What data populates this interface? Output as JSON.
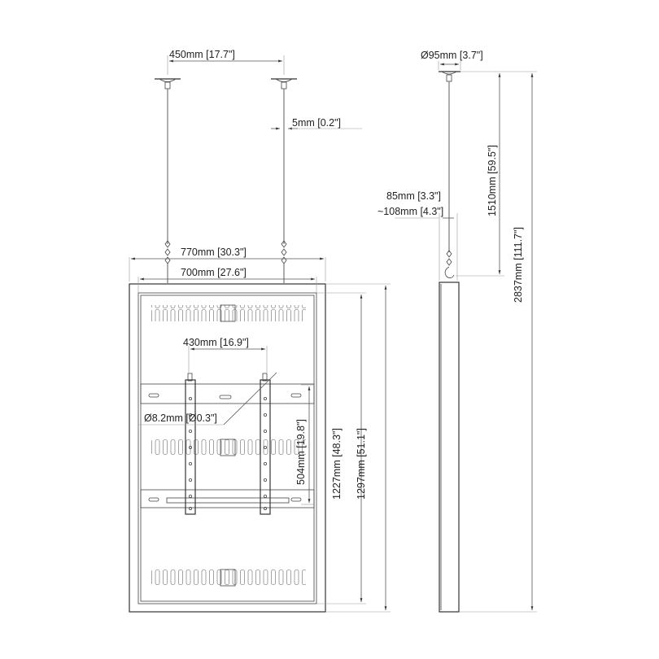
{
  "drawing": {
    "title": "Ceiling-hung double-sided display enclosure – dimension drawing",
    "front_view": {
      "dimensions": {
        "cable_spacing": "450mm [17.7\"]",
        "cable_diameter": "5mm [0.2\"]",
        "outer_width": "770mm [30.3\"]",
        "inner_width": "700mm [27.6\"]",
        "vesa_horizontal": "430mm [16.9\"]",
        "hole_diameter": "Ø8.2mm [Ø0.3\"]",
        "vesa_vertical": "504mm [19.8\"]",
        "inner_height": "1227mm [48.3\"]",
        "outer_height": "1297mm [51.1\"]"
      }
    },
    "side_view": {
      "dimensions": {
        "ceiling_plate_diameter": "Ø95mm [3.7\"]",
        "depth": "85mm [3.3\"]",
        "depth_with_hook": "~108mm [4.3\"]",
        "cable_length": "1510mm [59.5\"]",
        "total_height": "2837mm [111.7\"]"
      }
    },
    "colors": {
      "line": "#333333",
      "dimension_line": "#555555",
      "background": "#ffffff"
    }
  }
}
